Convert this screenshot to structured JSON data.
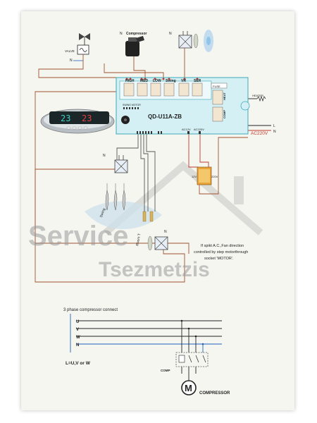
{
  "labels": {
    "valve": "VALVE",
    "compressor_top": "Compressor",
    "n1": "N",
    "n2": "N",
    "n3": "N",
    "n4": "N",
    "n5": "N",
    "n6": "N",
    "board_model": "QD-U11A-ZB",
    "high": "HIGH",
    "med": "MED",
    "low": "LOW",
    "swing": "Swing",
    "vr": "VR",
    "ser": "SER",
    "fuse": "FUSE",
    "heat": "HEAT",
    "comp": "COMP",
    "heater": "HEATER",
    "swing_motor": "SWING MOTOR",
    "ac12v": "AC12V",
    "ac220v_small": "AC220V",
    "ac220v": "AC220V",
    "l": "L",
    "n_main": "N",
    "transformer_12v": "12V",
    "transformer_220v": "220V",
    "room_t": "Room T",
    "note_line1": "If spikt A.C.,Fan direction",
    "note_line2": "controlled by step motorthrough",
    "note_line3": "socket 'MOTOR'.",
    "display_digits_left": "23",
    "display_digits_right": "23",
    "three_phase_title": "3 phase compressor connect",
    "phase_u": "U",
    "phase_v": "V",
    "phase_w": "W",
    "phase_n": "N",
    "l_equals": "L=U,V or W",
    "comp_label": "COMP",
    "motor_letter": "M",
    "compressor_bottom": "COMPRESSOR",
    "watermark_1": "Service",
    "watermark_2": "Tsezmetzis"
  },
  "colors": {
    "board_fill": "#d4f0f4",
    "board_stroke": "#3aa9b8",
    "wire_red": "#c0392b",
    "wire_brown": "#a0522d",
    "wire_black": "#222222",
    "wire_blue": "#1f5fbf",
    "accent_blue": "#8ec5e8"
  }
}
